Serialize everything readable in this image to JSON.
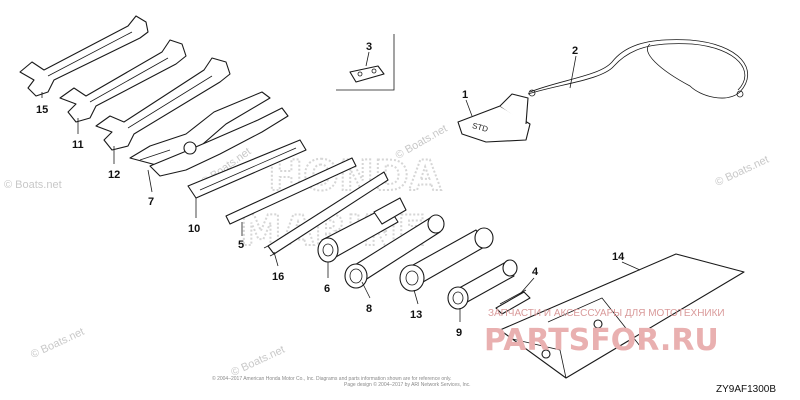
{
  "diagram": {
    "parts": [
      {
        "id": "p15",
        "callout": "15"
      },
      {
        "id": "p11",
        "callout": "11"
      },
      {
        "id": "p12",
        "callout": "12"
      },
      {
        "id": "p7",
        "callout": "7"
      },
      {
        "id": "p10",
        "callout": "10"
      },
      {
        "id": "p5",
        "callout": "5"
      },
      {
        "id": "p16",
        "callout": "16"
      },
      {
        "id": "p6",
        "callout": "6"
      },
      {
        "id": "p8",
        "callout": "8"
      },
      {
        "id": "p13",
        "callout": "13"
      },
      {
        "id": "p9",
        "callout": "9"
      },
      {
        "id": "p4",
        "callout": "4"
      },
      {
        "id": "p14",
        "callout": "14"
      },
      {
        "id": "p3",
        "callout": "3"
      },
      {
        "id": "p2",
        "callout": "2"
      },
      {
        "id": "p1",
        "callout": "1"
      }
    ],
    "diagram_code": "ZY9AF1300B",
    "watermarks": {
      "boats": "© Boats.net",
      "honda": "HONDA",
      "marine": "MARINE",
      "ru_tagline": "ЗАПЧАСТИ И АКСЕССУАРЫ ДЛЯ МОТОТЕХНИКИ",
      "ru_site": "PARTSFOR.RU"
    },
    "footer_lines": [
      "© 2004–2017 American Honda Motor Co., Inc. Diagrams and parts information shown are for reference only.",
      "Page design © 2004–2017 by ARI Network Services, Inc."
    ],
    "tool_label": "STD",
    "colors": {
      "line": "#1a1a1a",
      "watermark_red": "#e9b0b0",
      "watermark_gray": "#d6d6d6"
    }
  }
}
